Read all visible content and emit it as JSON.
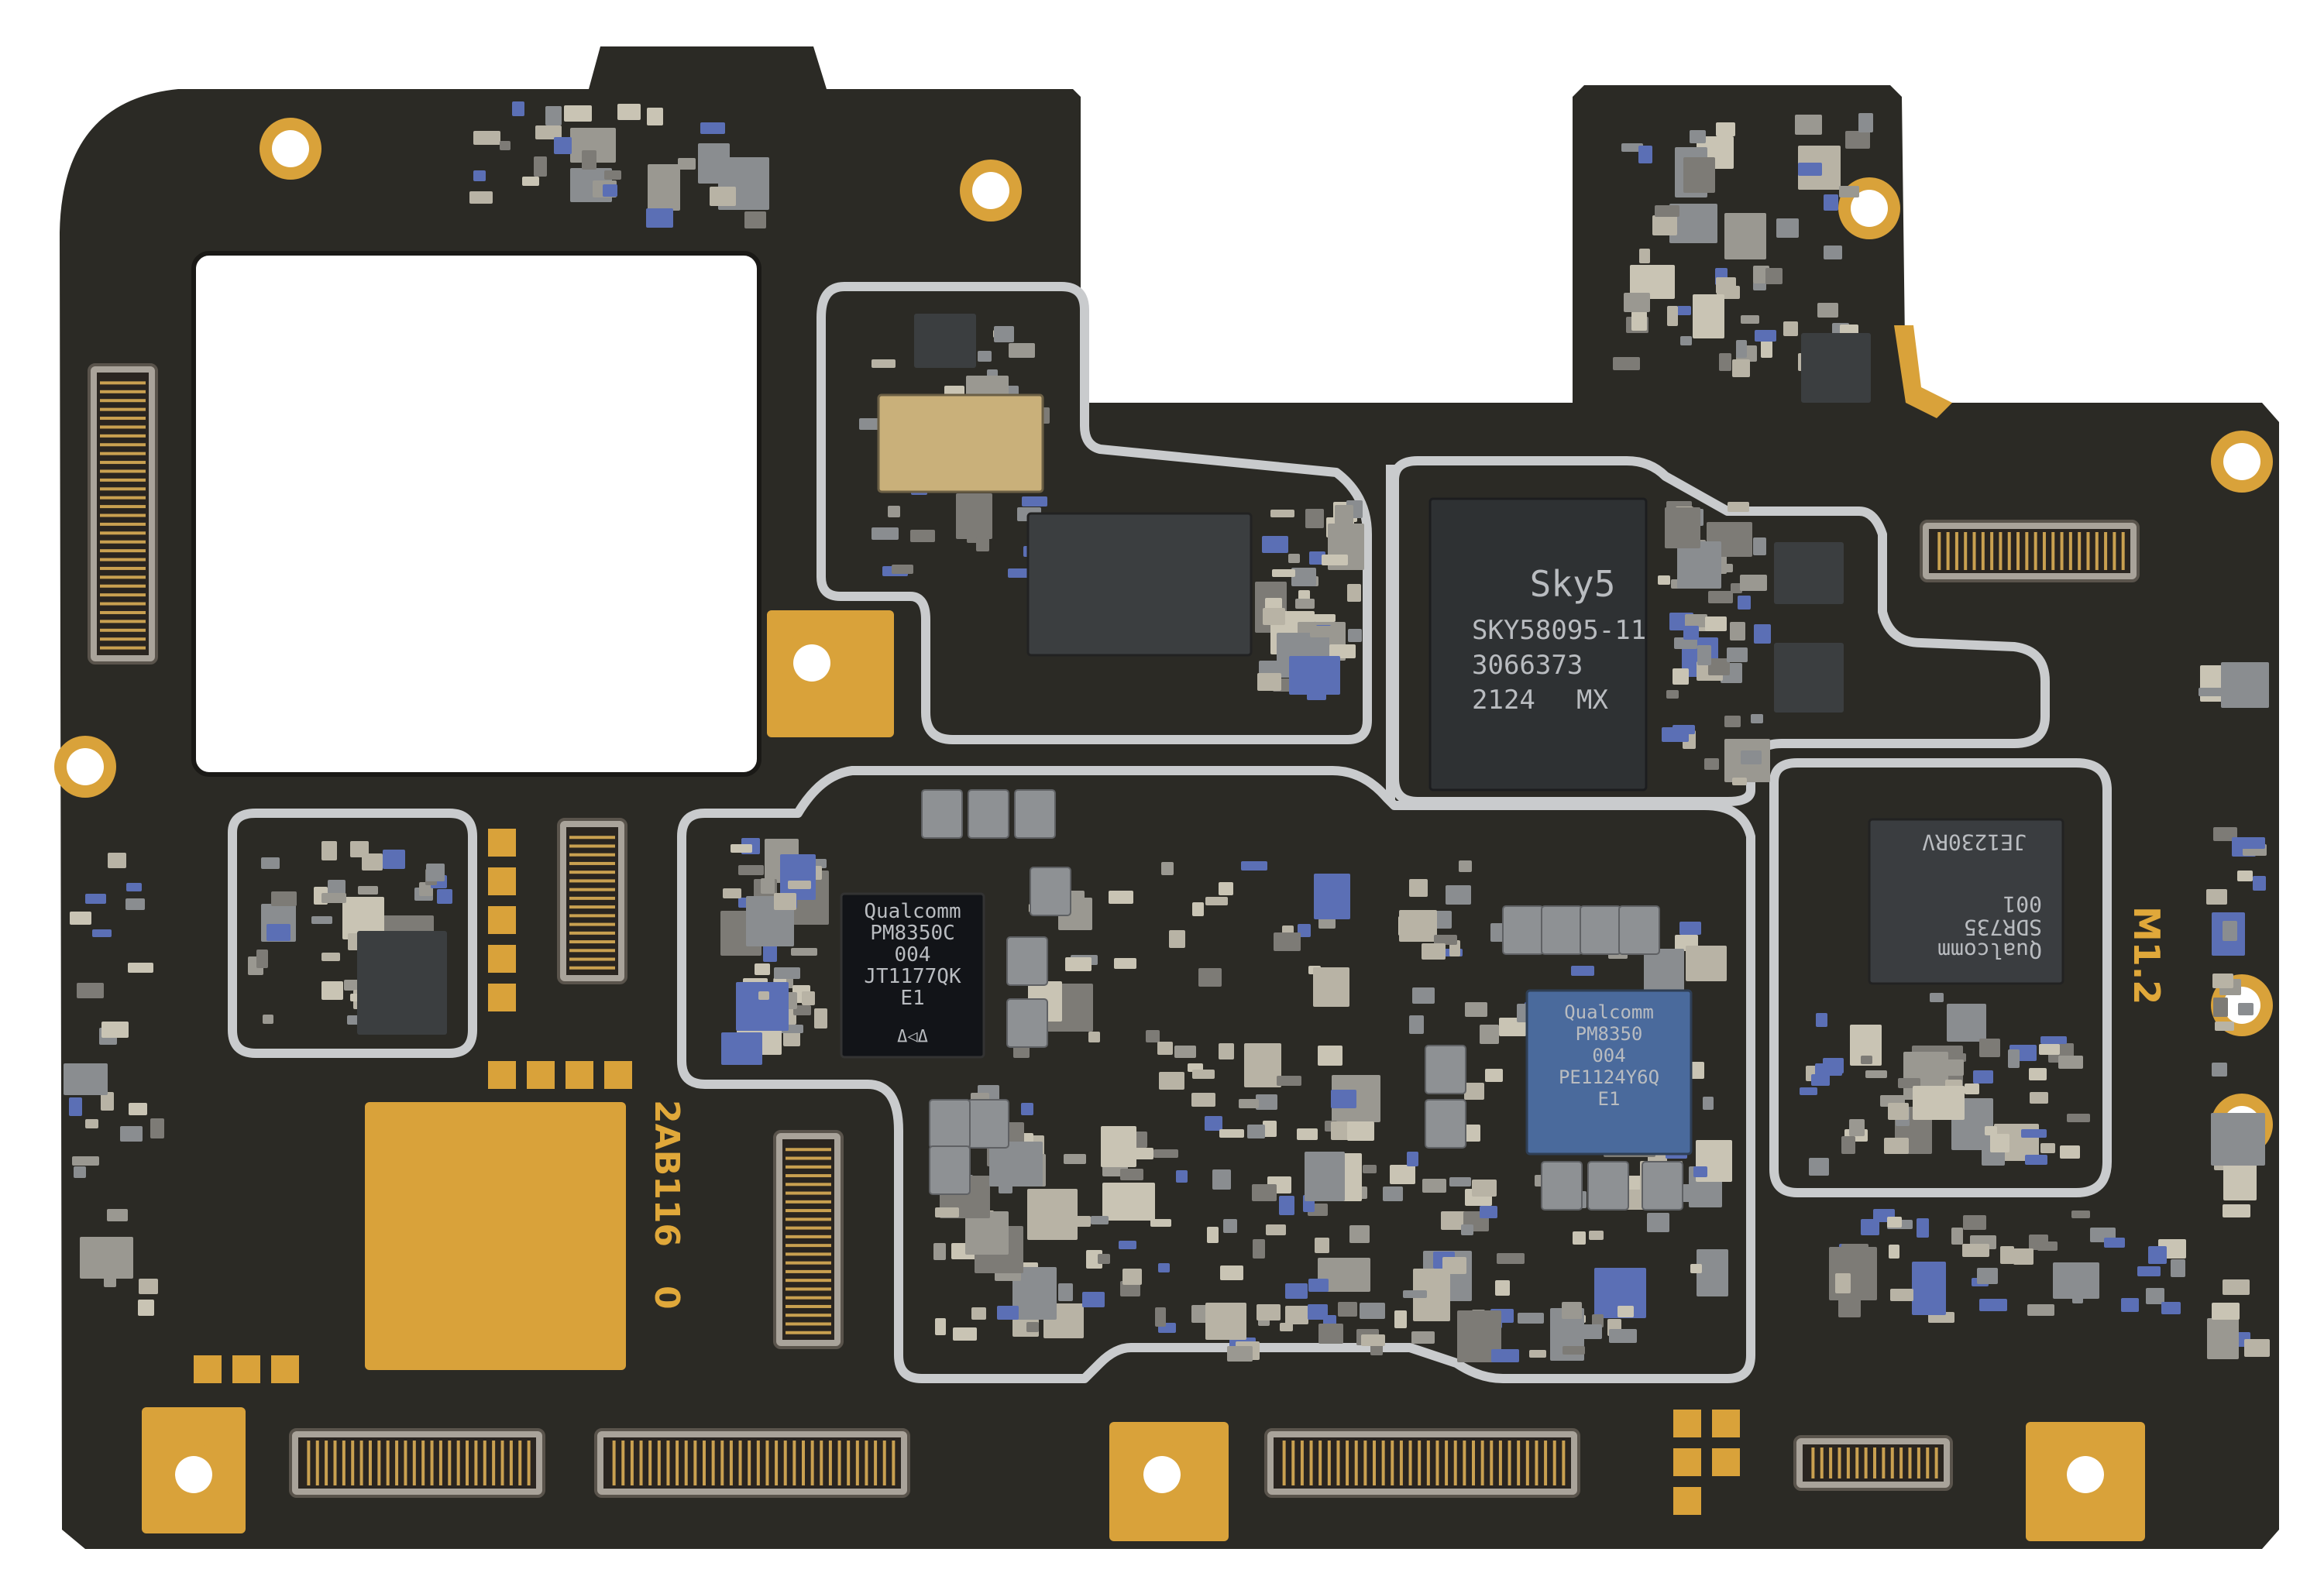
{
  "board": {
    "label": "2AB116",
    "label_suffix": "0",
    "revision": "M1.2"
  },
  "chips": {
    "pmic_c": {
      "lines": [
        "Qualcomm",
        "PM8350C",
        "004",
        "JT1177QK",
        "E1",
        "Δ◁Δ"
      ]
    },
    "sky5": {
      "lines": [
        "Sky5",
        "SKY58095-11",
        "3066373",
        "2124",
        "MX"
      ]
    },
    "sdr": {
      "lines": [
        "JE1230RV",
        "001",
        "SDR735",
        "Qualcomm"
      ]
    },
    "pmic": {
      "lines": [
        "Qualcomm",
        "PM8350",
        "004",
        "PE1124Y6Q",
        "E1"
      ]
    }
  },
  "colors": {
    "pcb": "#2b2a25",
    "gold": "#d9a23a",
    "shield": "#c9cbcd",
    "chip": "#3a3d40",
    "chip_blue": "#4a6a9c",
    "background": "#ffffff"
  }
}
